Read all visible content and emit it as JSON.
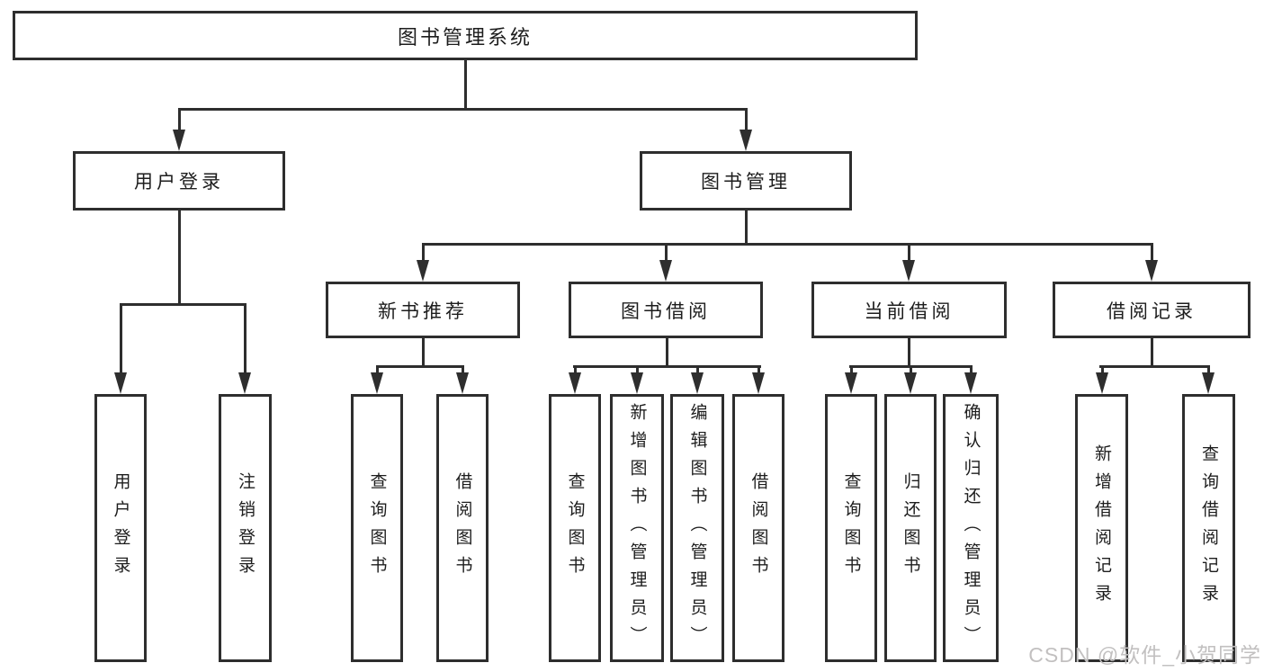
{
  "diagram_type": "hierarchy-tree",
  "colors": {
    "background": "#ffffff",
    "box_border": "#2e2e2e",
    "connector_line": "#2e2e2e",
    "text": "#1d1d1d",
    "watermark": "#c2c0c0"
  },
  "tree": {
    "label": "图书管理系统",
    "children": [
      {
        "label": "用户登录",
        "children": [
          {
            "label": "用户登录"
          },
          {
            "label": "注销登录"
          }
        ]
      },
      {
        "label": "图书管理",
        "children": [
          {
            "label": "新书推荐",
            "children": [
              {
                "label": "查询图书"
              },
              {
                "label": "借阅图书"
              }
            ]
          },
          {
            "label": "图书借阅",
            "children": [
              {
                "label": "查询图书"
              },
              {
                "label": "新增图书（管理员）"
              },
              {
                "label": "编辑图书（管理员）"
              },
              {
                "label": "借阅图书"
              }
            ]
          },
          {
            "label": "当前借阅",
            "children": [
              {
                "label": "查询图书"
              },
              {
                "label": "归还图书"
              },
              {
                "label": "确认归还（管理员）"
              }
            ]
          },
          {
            "label": "借阅记录",
            "children": [
              {
                "label": "新增借阅记录"
              },
              {
                "label": "查询借阅记录"
              }
            ]
          }
        ]
      }
    ]
  },
  "watermark": "CSDN @软件_小贺同学"
}
